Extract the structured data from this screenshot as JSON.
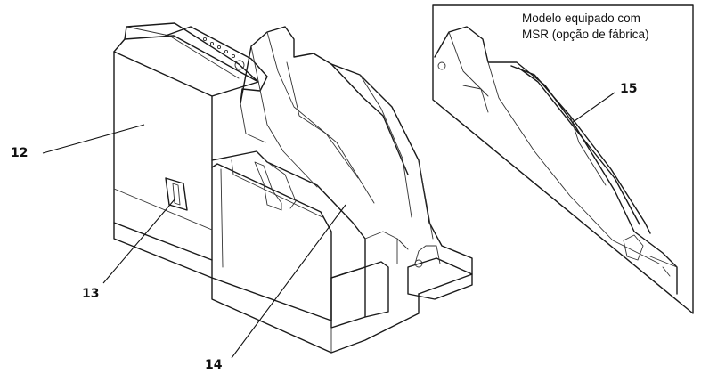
{
  "callouts": {
    "label_12": "12",
    "label_13": "13",
    "label_14": "14",
    "label_15": "15"
  },
  "inset": {
    "caption_line1": "Modelo equipado com",
    "caption_line2": "MSR (opção de fábrica)"
  }
}
